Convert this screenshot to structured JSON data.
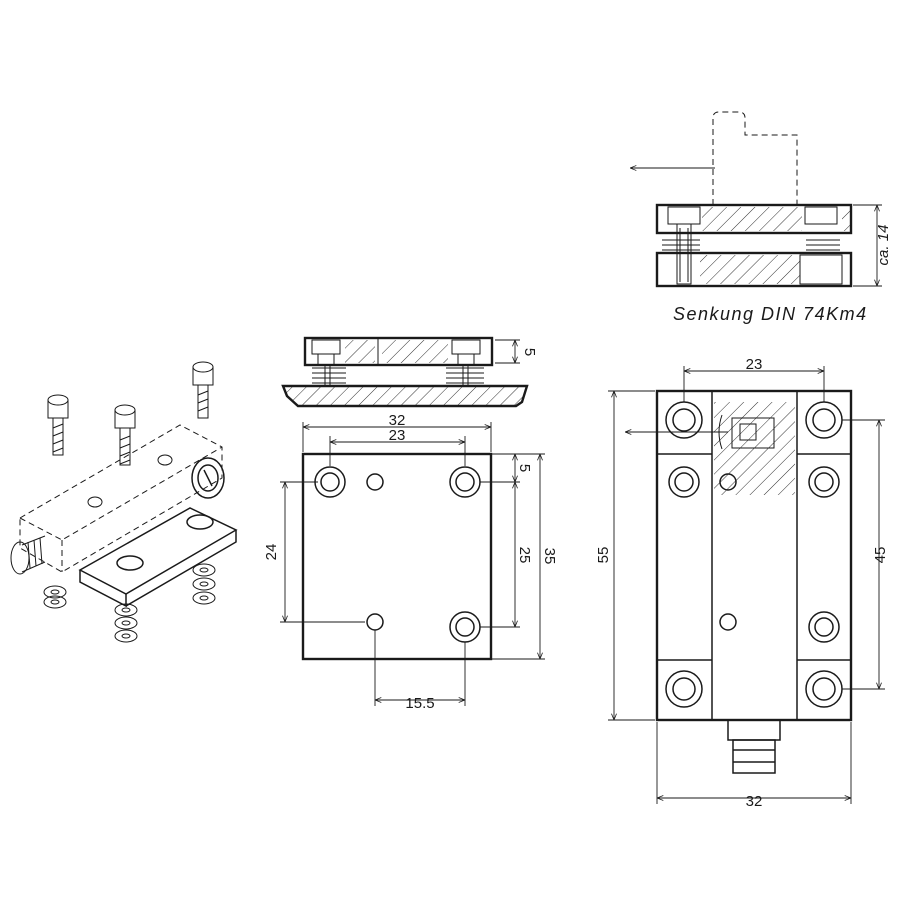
{
  "side_view": {
    "dim_height": "ca. 14",
    "note": "Senkung DIN 74Km4"
  },
  "front_section": {
    "dim_plate_thickness": "5"
  },
  "top_view": {
    "dim_width": "32",
    "dim_hole_spacing_x": "23",
    "dim_edge_offset": "5",
    "dim_hole_spacing_y_left": "24",
    "dim_hole_spacing_y_right": "25",
    "dim_height": "35",
    "dim_hole_offset_x": "15.5"
  },
  "main_view": {
    "dim_top": "23",
    "dim_height": "55",
    "dim_hole_spacing": "45",
    "dim_bottom_width": "32"
  }
}
